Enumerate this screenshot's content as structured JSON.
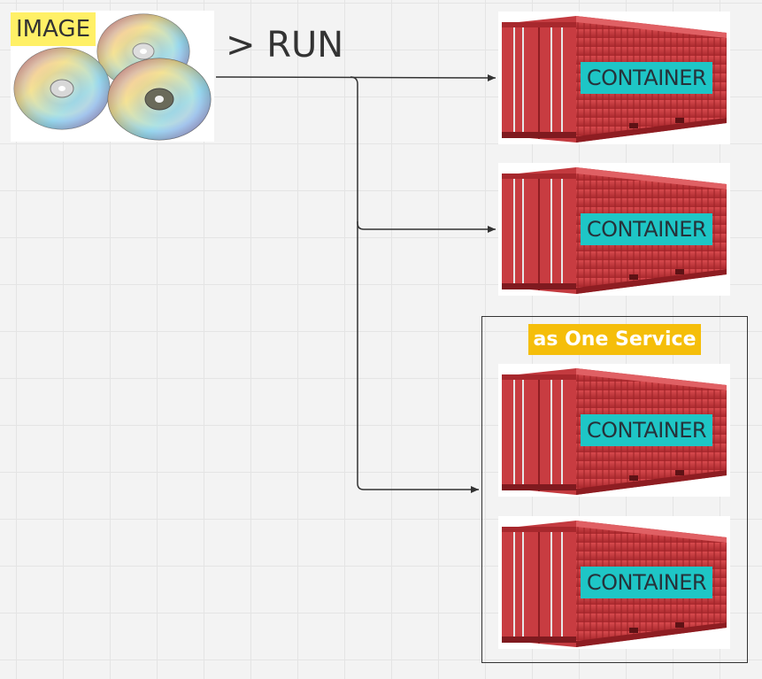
{
  "image_node": {
    "label": "IMAGE",
    "icon": "disc-stack-icon"
  },
  "run_command": "> RUN",
  "containers": [
    {
      "label": "CONTAINER"
    },
    {
      "label": "CONTAINER"
    },
    {
      "label": "CONTAINER"
    },
    {
      "label": "CONTAINER"
    }
  ],
  "service_group": {
    "label": "as One Service"
  },
  "colors": {
    "image_tag": "#fff066",
    "container_tag": "#1ec6c6",
    "service_tag": "#f5be0a",
    "container_body": "#c9363b",
    "connector": "#333333"
  }
}
